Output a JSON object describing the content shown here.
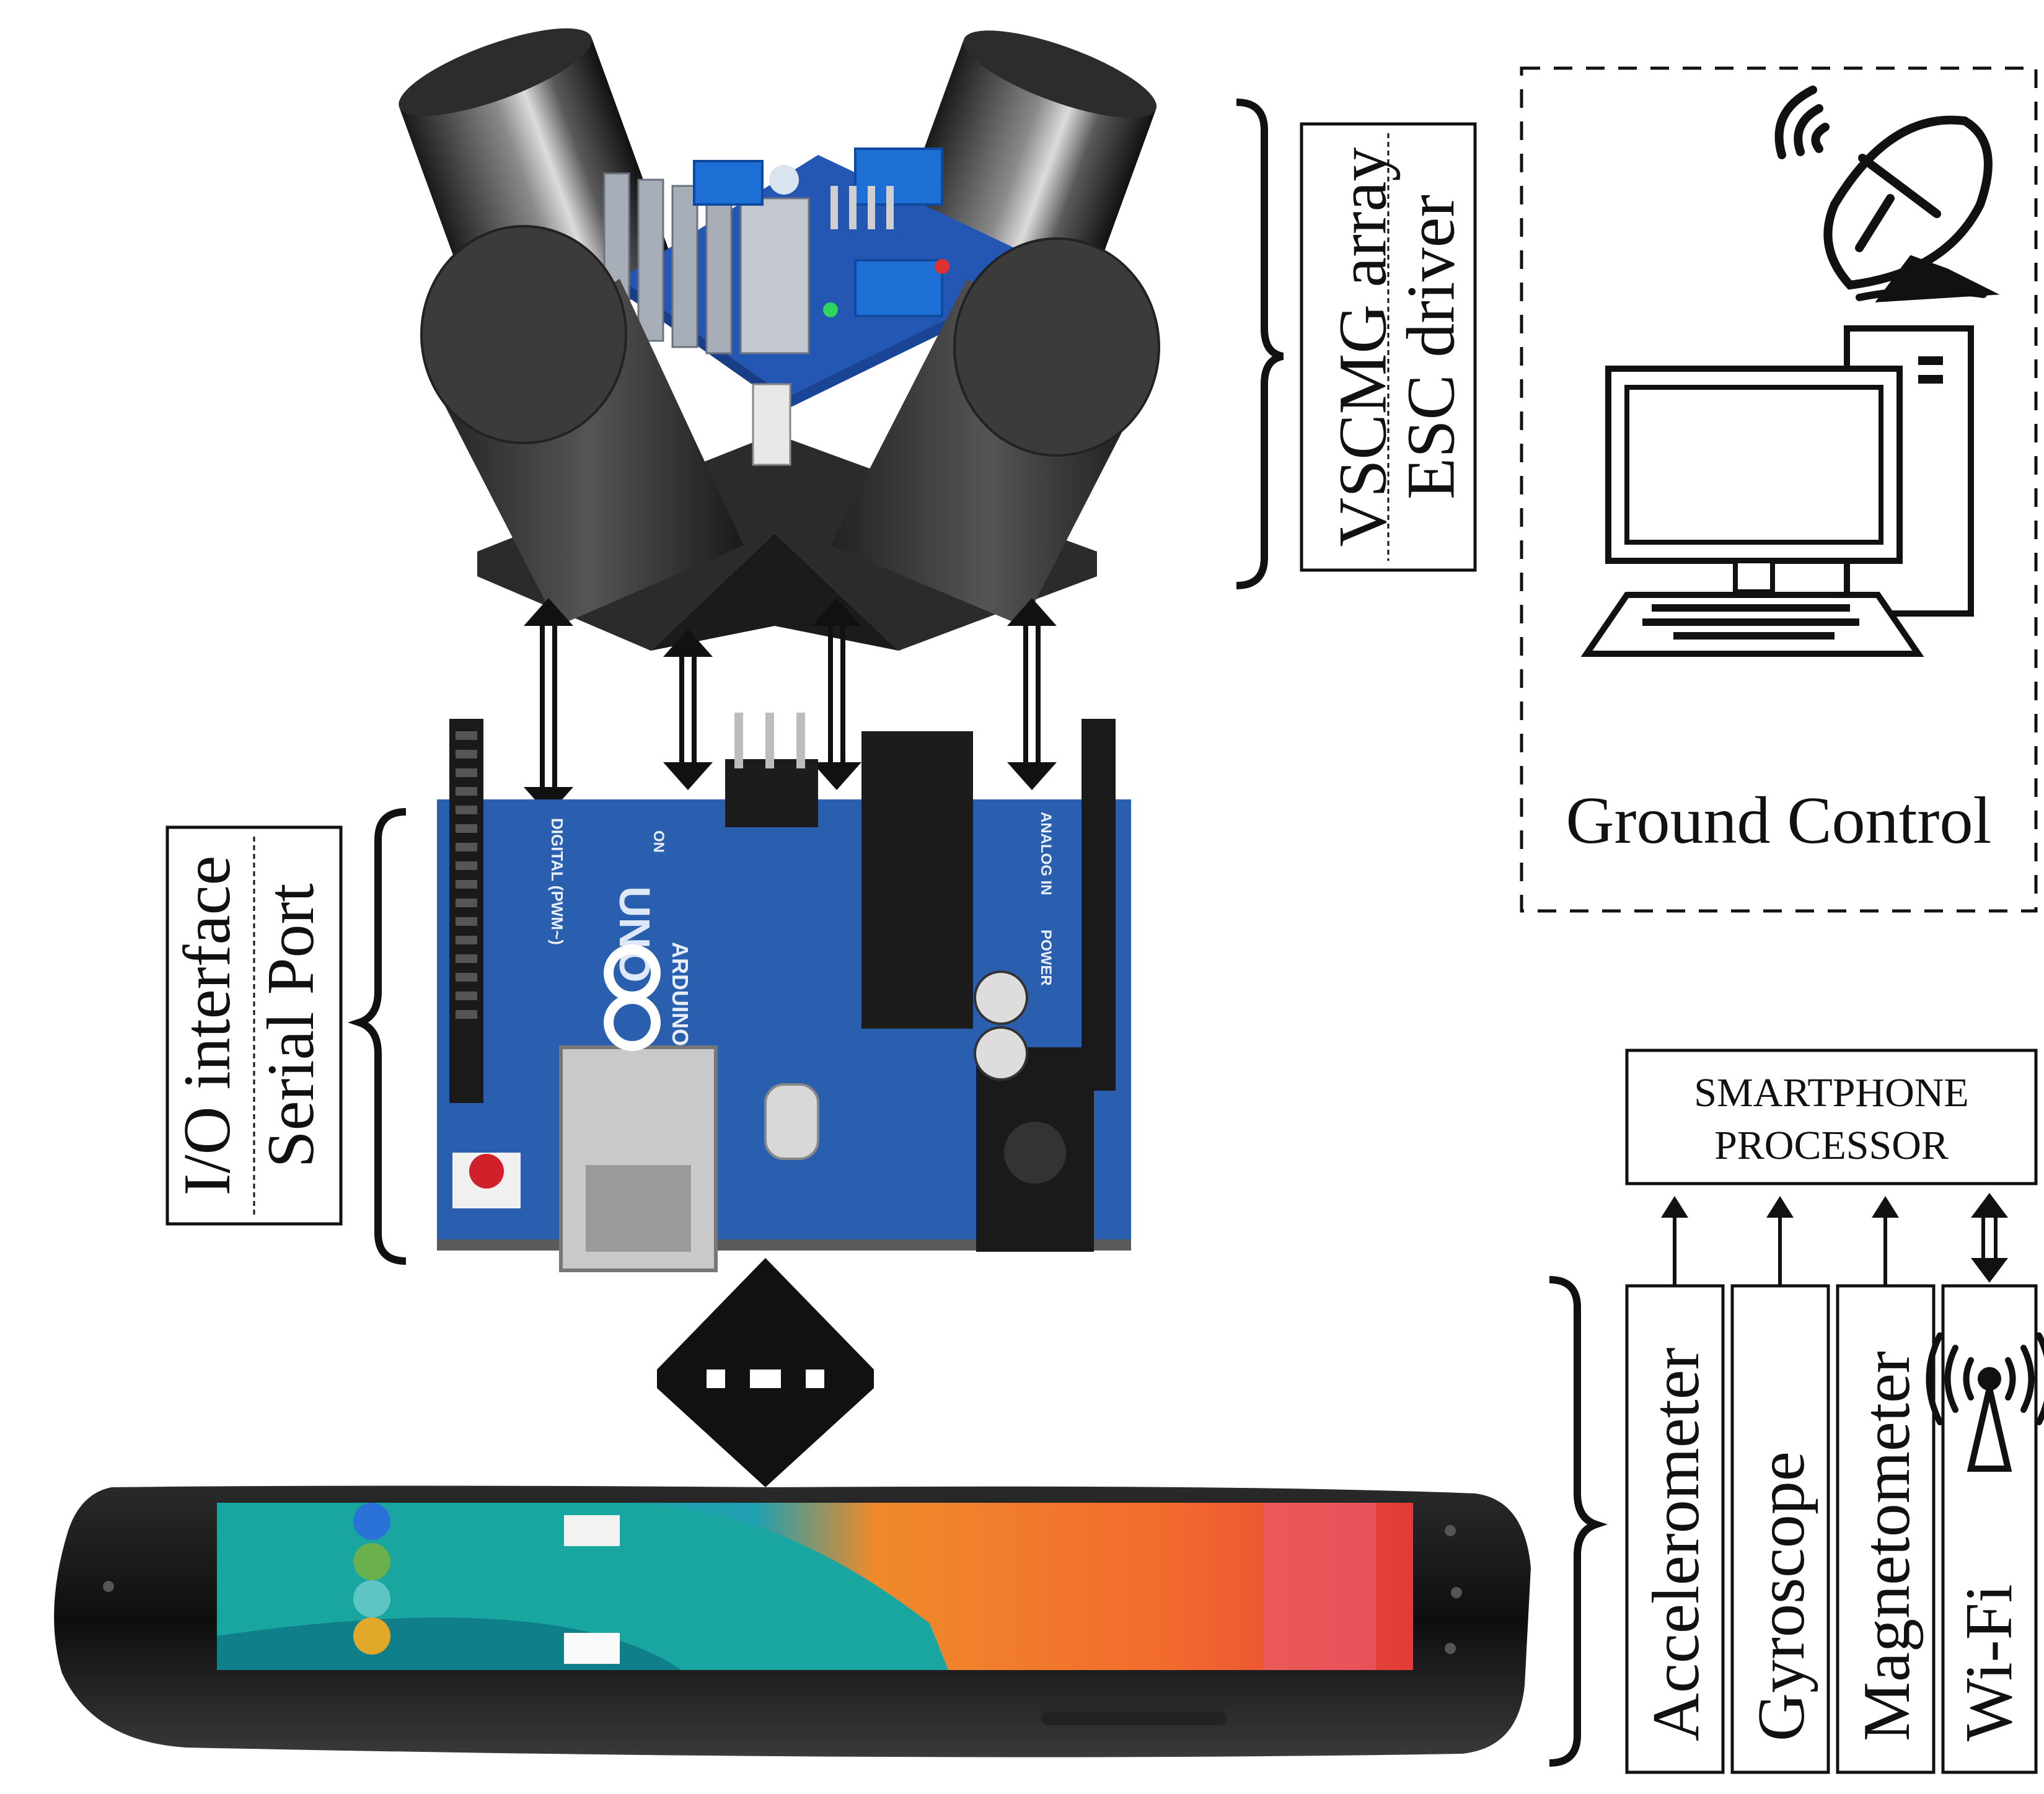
{
  "labels": {
    "vscmg_array": "VSCMG array",
    "esc_driver": "ESC driver",
    "io_interface": "I/O interface",
    "serial_port": "Serial Port",
    "ground_control": "Ground Control",
    "smartphone_line1": "SMARTPHONE",
    "smartphone_line2": "PROCESSOR",
    "sensors": [
      "Accelerometer",
      "Gyroscope",
      "Magnetometer",
      "Wi-Fi"
    ]
  },
  "board_text": {
    "uno": "UNO",
    "arduino": "ARDUINO",
    "digital": "DIGITAL (PWM~)",
    "analog": "ANALOG IN",
    "power": "POWER",
    "on": "ON"
  },
  "colors": {
    "board_blue": "#2a5fb0",
    "black": "#111111",
    "metal": "#3a3a3a",
    "phone_screen_teal": "#1aa6a0",
    "phone_screen_orange": "#f08a2a",
    "phone_screen_red": "#e23a3a",
    "reset_red": "#d0202a"
  },
  "icons": [
    "satellite-dish-icon",
    "desktop-computer-icon",
    "wifi-antenna-icon",
    "vscmg-hardware-image",
    "arduino-board-image",
    "smartphone-image"
  ]
}
